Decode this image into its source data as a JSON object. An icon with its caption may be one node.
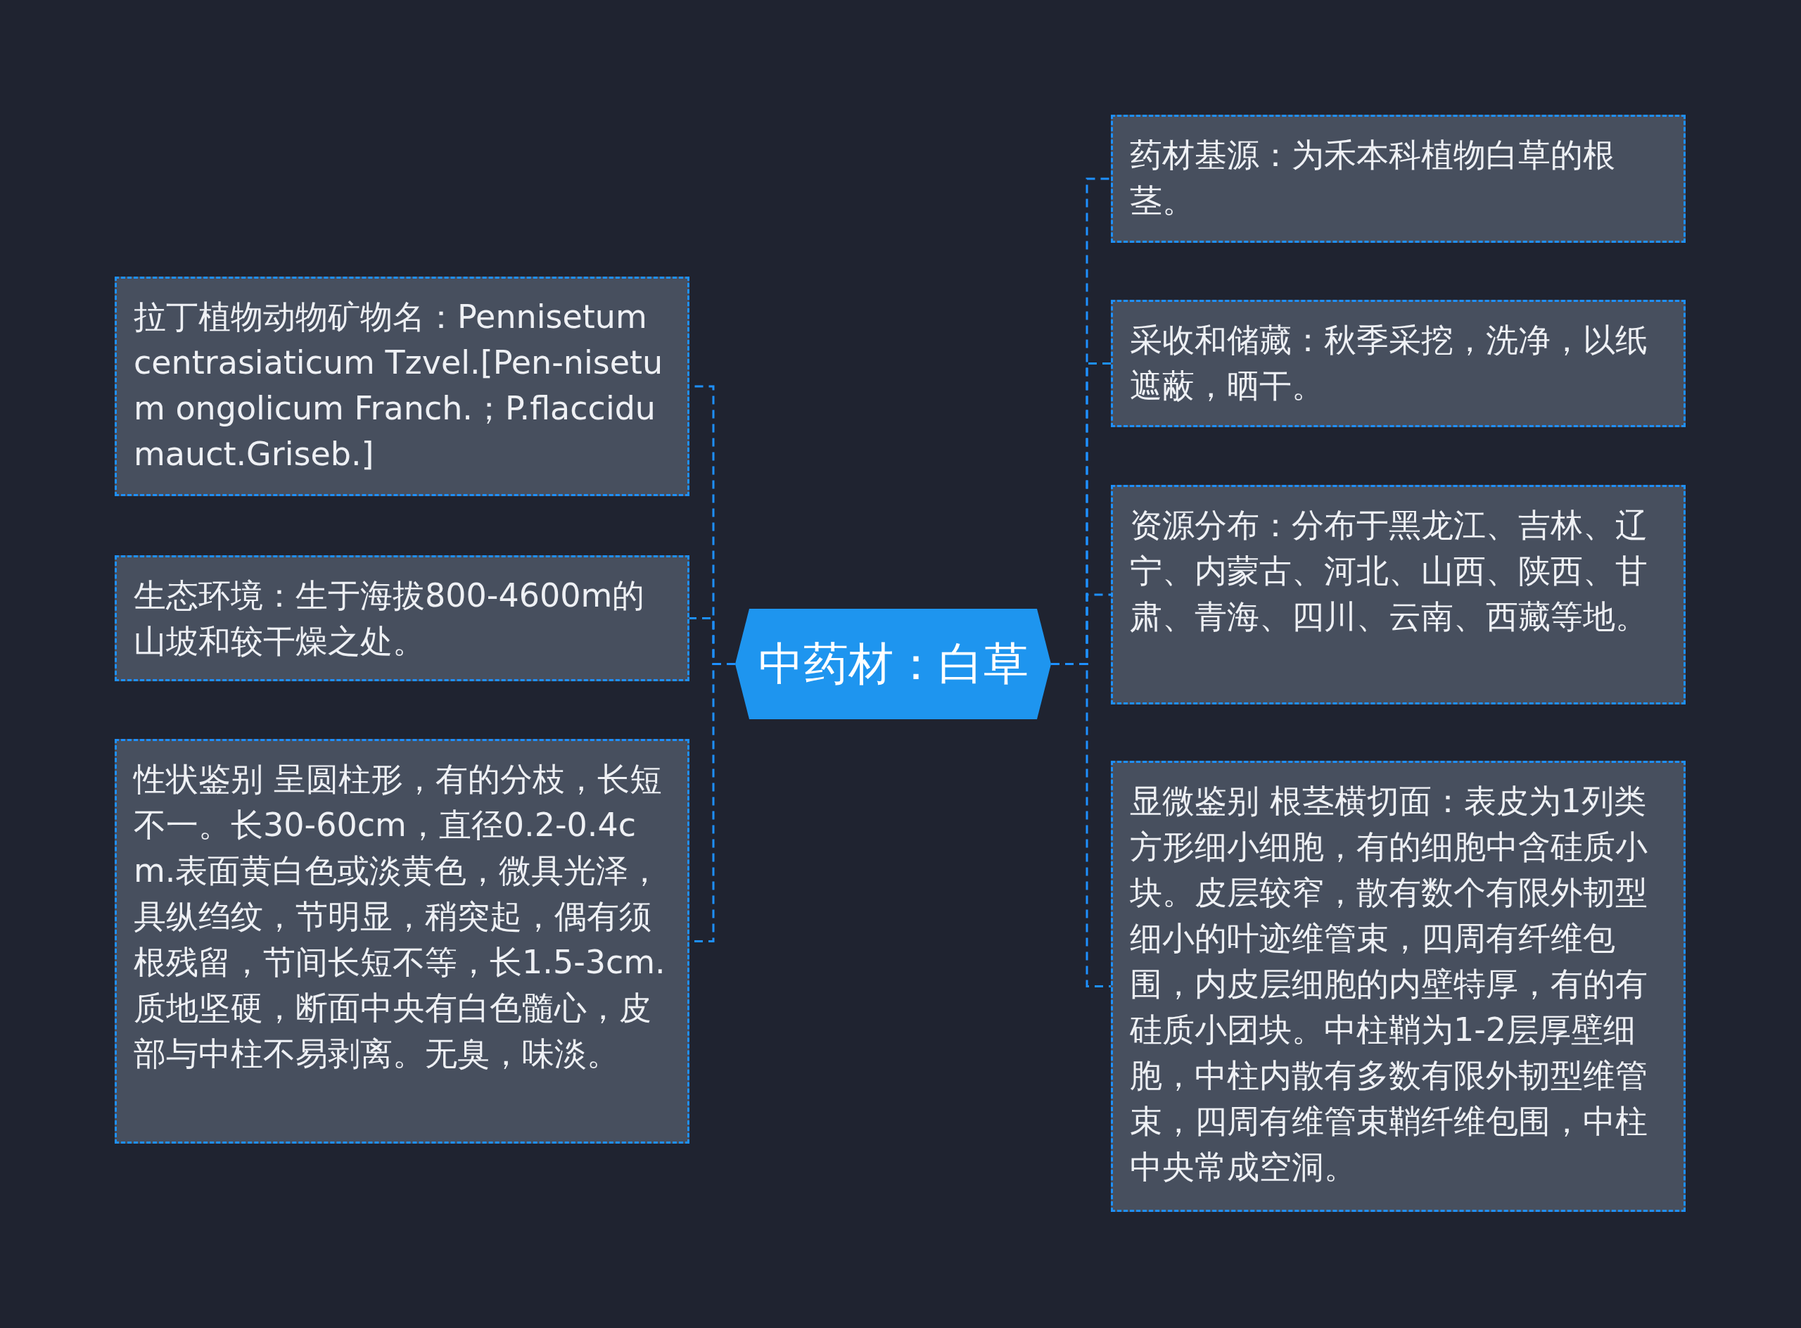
{
  "diagram": {
    "nodes": [
      {
        "text": [
          "中药材：白草"
        ]
      },
      {
        "text": [
          "拉丁植物动物矿物名：Pennisetum centrasiaticum Tzvel.[Pen-nisetum ongolicum Franch.；P.flaccidumauct.Griseb.]"
        ]
      },
      {
        "text": [
          "生态环境：生于海拔800-4600m的山坡和较干燥之处。"
        ]
      },
      {
        "text": [
          "性状鉴别 呈圆柱形，有的分枝，长短不一。长30-60cm，直径0.2-0.4cm.表面黄白色或淡黄色，微具光泽，具纵绉纹，节明显，稍突起，偶有须根残留，节间长短不等，长1.5-3cm.质地坚硬，断面中央有白色髓心，皮部与中柱不易剥离。无臭，味淡。"
        ]
      },
      {
        "text": [
          "药材基源：为禾本科植物白草的根茎。"
        ]
      },
      {
        "text": [
          "采收和储藏：秋季采挖，洗净，以纸遮蔽，晒干。"
        ]
      },
      {
        "text": [
          "资源分布：分布于黑龙江、吉林、辽宁、内蒙古、河北、山西、陕西、甘肃、青海、四川、云南、西藏等地。"
        ]
      },
      {
        "text": [
          "显微鉴别 根茎横切面：表皮为1列类方形细小细胞，有的细胞中含硅质小块。皮层较窄，散有数个有限外韧型细小的叶迹维管束，四周有纤维包围，内皮层细胞的内壁特厚，有的有硅质小团块。中柱鞘为1-2层厚壁细胞，中柱内散有多数有限外韧型维管束，四周有维管束鞘纤维包围，中柱中央常成空洞。"
        ]
      }
    ],
    "edges": [
      {
        "from": 0,
        "to": 1,
        "arrow": "none"
      },
      {
        "from": 0,
        "to": 2,
        "arrow": "none"
      },
      {
        "from": 0,
        "to": 3,
        "arrow": "none"
      },
      {
        "from": 0,
        "to": 4,
        "arrow": "none"
      },
      {
        "from": 0,
        "to": 5,
        "arrow": "none"
      },
      {
        "from": 0,
        "to": 6,
        "arrow": "none"
      },
      {
        "from": 0,
        "to": 7,
        "arrow": "none"
      }
    ]
  }
}
